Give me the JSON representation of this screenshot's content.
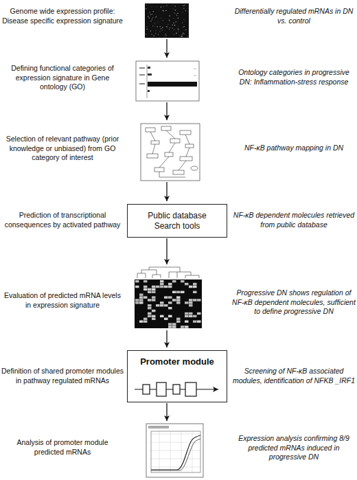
{
  "diagram": {
    "nodes": [
      {
        "text": [
          "Public database Search tools"
        ]
      },
      {
        "text": [
          "Promoter module"
        ]
      }
    ],
    "labels": [
      "Genome wide expression profile: Disease specific expression signature",
      "Differentially regulated mRNAs in DN vs. control",
      "Defining functional categories of expression signature in Gene ontology (GO)",
      "Ontology categories in progressive DN: Inflammation-stress response",
      "Selection of relevant pathway (prior knowledge or unbiased) from GO category of interest",
      "NF-κB pathway mapping in DN",
      "Prediction of transcriptional consequences by activated pathway",
      "NF-κB dependent molecules retrieved from public database",
      "Evaluation of predicted mRNA levels in expression signature",
      "Progressive DN shows regulation of NF-κB dependent molecules, sufficient to define progressive DN",
      "Definition of shared promoter modules in pathway regulated mRNAs",
      "Screening of NF-κB associated modules, identification of NFKB _IRF1",
      "Analysis of promoter module predicted mRNAs",
      "Expression analysis confirming 8/9 predicted mRNAs induced in progressive DN"
    ]
  }
}
